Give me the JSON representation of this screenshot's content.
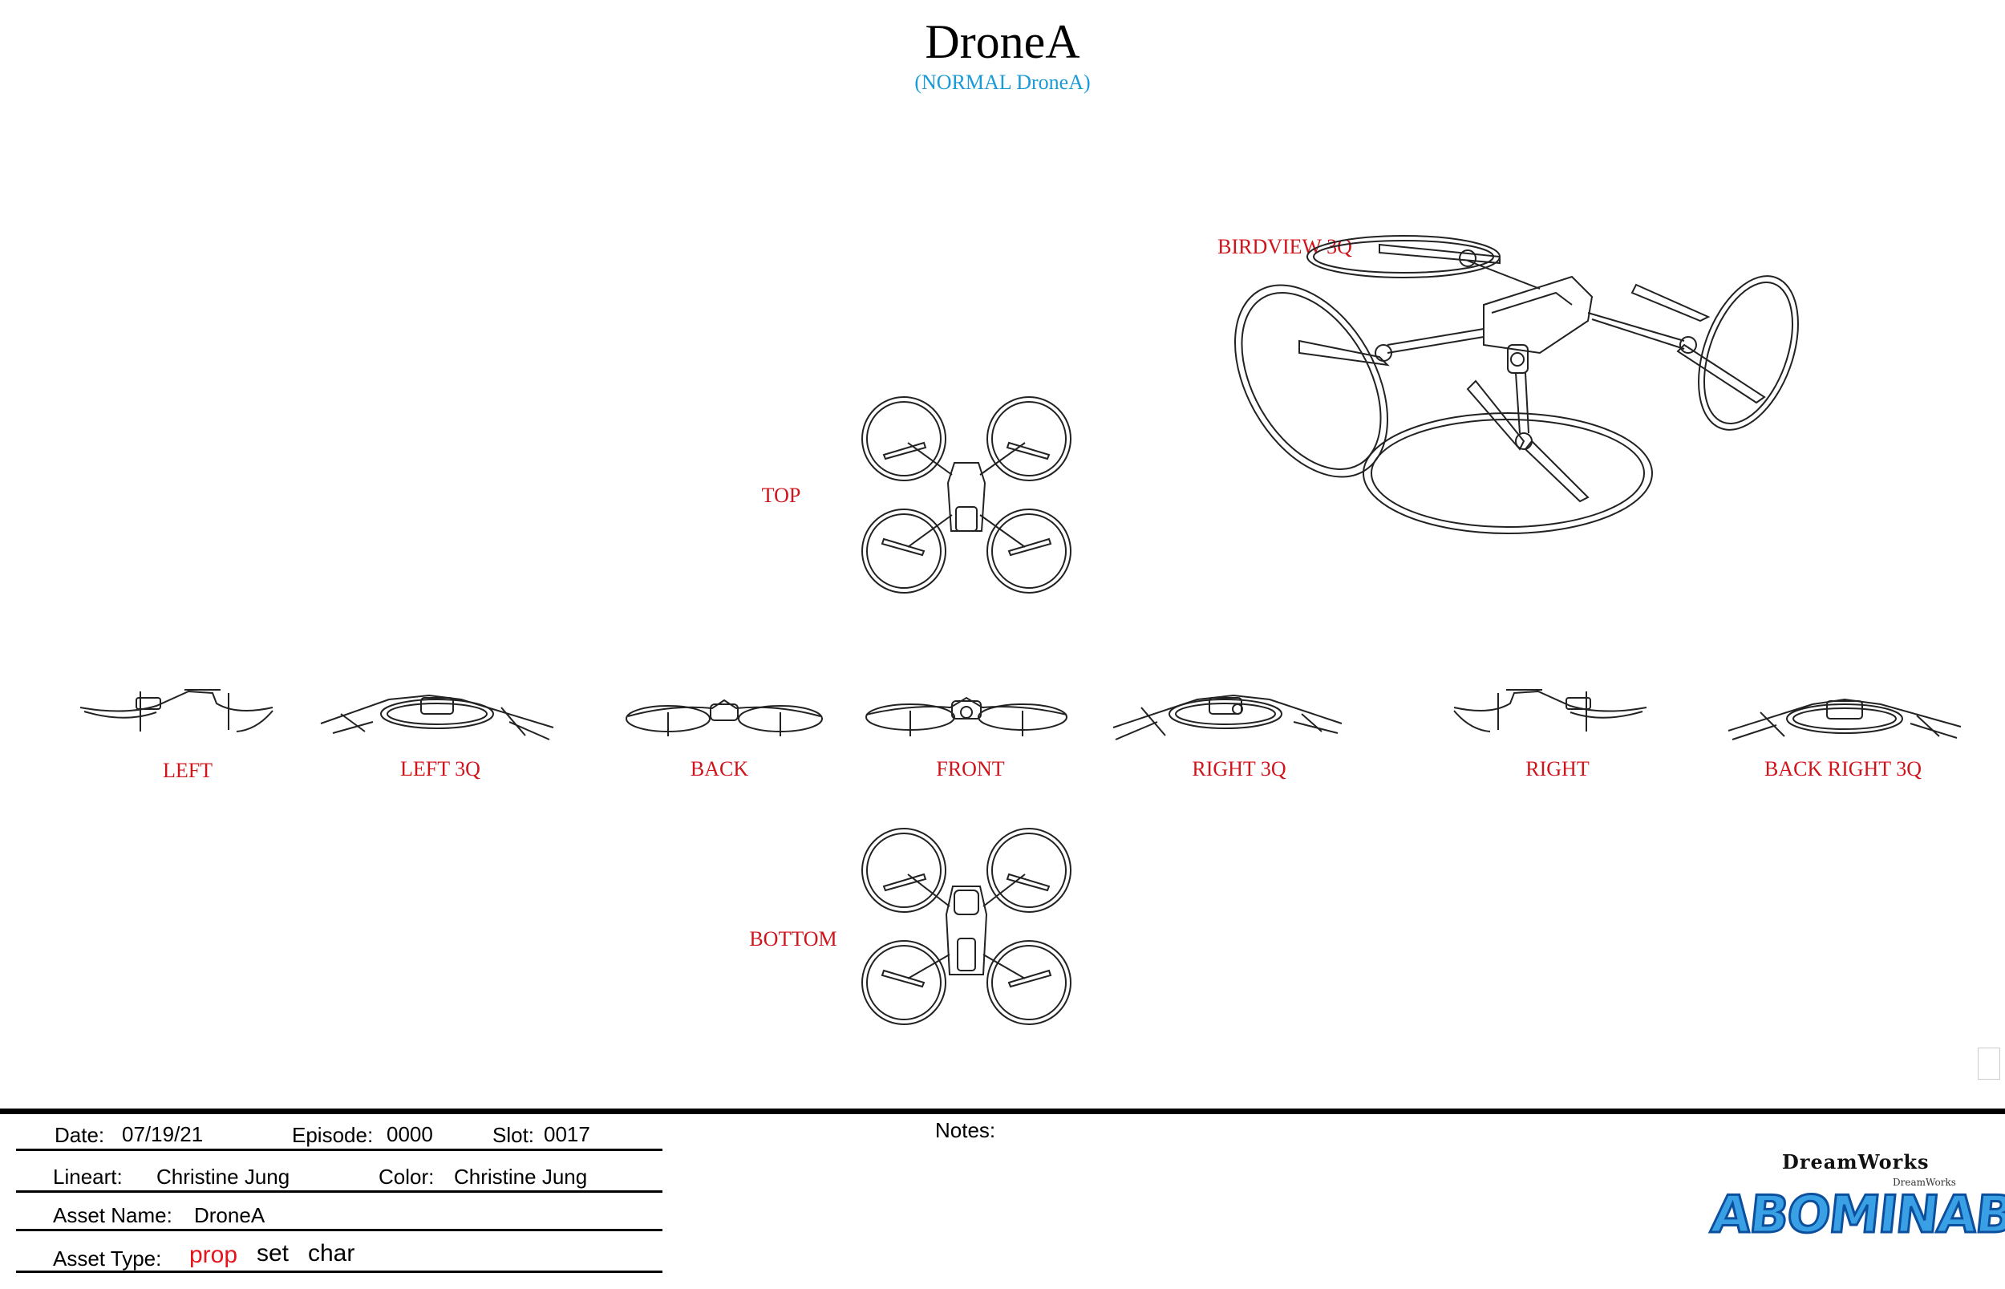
{
  "header": {
    "title": "DroneA",
    "subtitle": "(NORMAL DroneA)"
  },
  "views": {
    "birdview": "BIRDVIEW 3Q",
    "top": "TOP",
    "left": "LEFT",
    "left3q": "LEFT 3Q",
    "back": "BACK",
    "front": "FRONT",
    "right3q": "RIGHT 3Q",
    "right": "RIGHT",
    "backright3q": "BACK RIGHT 3Q",
    "bottom": "BOTTOM"
  },
  "form": {
    "date_label": "Date:",
    "date_value": "07/19/21",
    "episode_label": "Episode:",
    "episode_value": "0000",
    "slot_label": "Slot:",
    "slot_value": "0017",
    "lineart_label": "Lineart:",
    "lineart_value": "Christine Jung",
    "color_label": "Color:",
    "color_value": "Christine Jung",
    "asset_name_label": "Asset Name:",
    "asset_name_value": "DroneA",
    "asset_type_label": "Asset Type:",
    "asset_type_options": [
      "prop",
      "set",
      "char"
    ],
    "asset_type_selected": "prop",
    "notes_label": "Notes:"
  },
  "branding": {
    "studio": "DreamWorks",
    "studio_small": "DreamWorks",
    "film": "ABOMINABLE"
  },
  "colors": {
    "label_red": "#d0141c",
    "subtitle_blue": "#1a9ad6",
    "logo_blue": "#3aa0e6"
  }
}
